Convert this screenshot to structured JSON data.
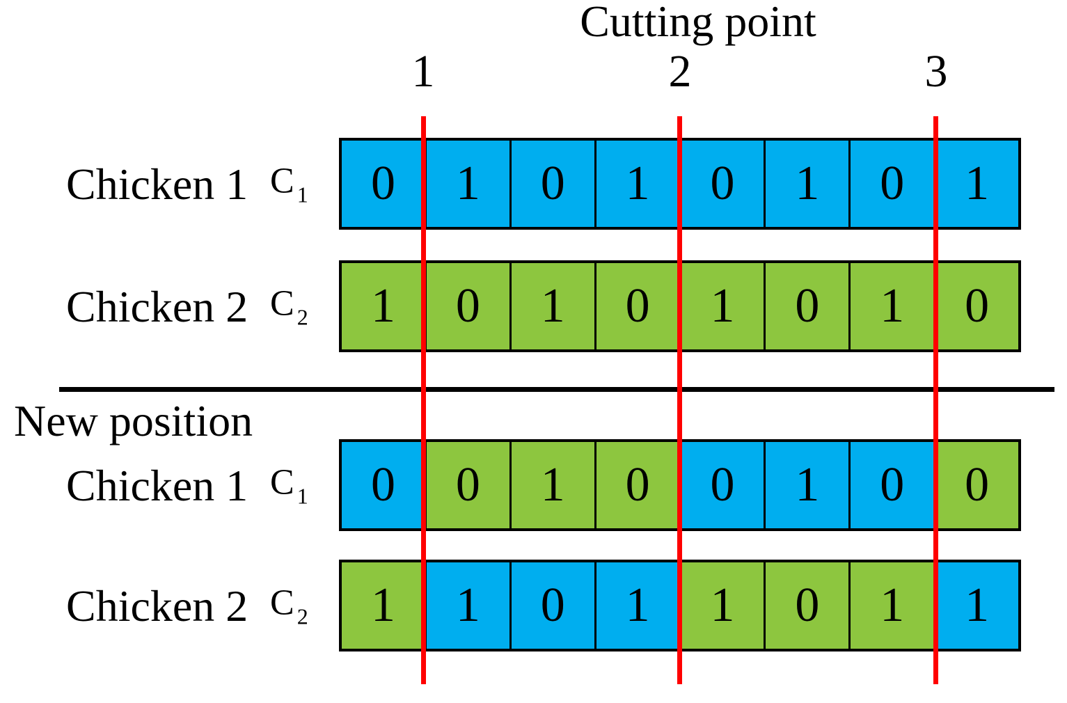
{
  "title": "Cutting point",
  "cutting_points": [
    {
      "label": "1"
    },
    {
      "label": "2"
    },
    {
      "label": "3"
    }
  ],
  "new_position_label": "New position",
  "colors": {
    "blue": "#00AEEF",
    "green": "#8DC63F",
    "red": "#FF0000"
  },
  "rows": [
    {
      "label": "Chicken 1",
      "symbol": "C",
      "subscript": "1",
      "values": [
        "0",
        "1",
        "0",
        "1",
        "0",
        "1",
        "0",
        "1"
      ],
      "cell_colors": [
        "blue",
        "blue",
        "blue",
        "blue",
        "blue",
        "blue",
        "blue",
        "blue"
      ]
    },
    {
      "label": "Chicken 2",
      "symbol": "C",
      "subscript": "2",
      "values": [
        "1",
        "0",
        "1",
        "0",
        "1",
        "0",
        "1",
        "0"
      ],
      "cell_colors": [
        "green",
        "green",
        "green",
        "green",
        "green",
        "green",
        "green",
        "green"
      ]
    },
    {
      "label": "Chicken 1",
      "symbol": "C",
      "subscript": "1",
      "values": [
        "0",
        "0",
        "1",
        "0",
        "0",
        "1",
        "0",
        "0"
      ],
      "cell_colors": [
        "blue",
        "green",
        "green",
        "green",
        "blue",
        "blue",
        "blue",
        "green"
      ]
    },
    {
      "label": "Chicken 2",
      "symbol": "C",
      "subscript": "2",
      "values": [
        "1",
        "1",
        "0",
        "1",
        "1",
        "0",
        "1",
        "1"
      ],
      "cell_colors": [
        "green",
        "blue",
        "blue",
        "blue",
        "green",
        "green",
        "green",
        "blue"
      ]
    }
  ]
}
